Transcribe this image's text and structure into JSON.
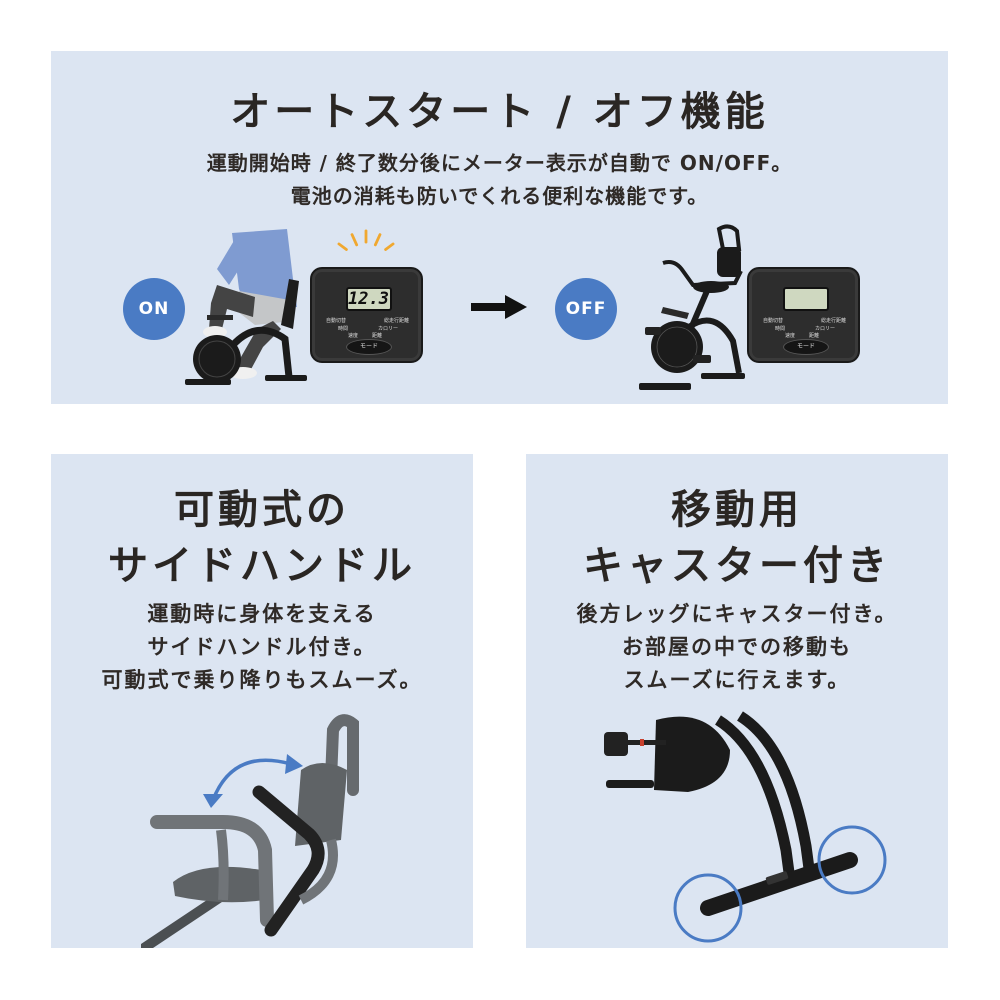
{
  "top_section": {
    "title": "オートスタート / オフ機能",
    "description_lines": [
      "運動開始時 / 終了数分後にメーター表示が自動で ON/OFF。",
      "電池の消耗も防いでくれる便利な機能です。"
    ],
    "on_badge": "ON",
    "off_badge": "OFF",
    "meter_on": {
      "display_value": "12.3",
      "labels": [
        "自動切替",
        "時間",
        "速度",
        "距離",
        "カロリー",
        "総走行距離"
      ],
      "mode_button": "モード"
    },
    "meter_off": {
      "display_value": "",
      "labels": [
        "自動切替",
        "時間",
        "速度",
        "距離",
        "カロリー",
        "総走行距離"
      ],
      "mode_button": "モード"
    },
    "arrow_icon": "right-arrow",
    "spark_icon": "light-rays"
  },
  "left_section": {
    "title_lines": [
      "可動式の",
      "サイドハンドル"
    ],
    "description_lines": [
      "運動時に身体を支える",
      "サイドハンドル付き。",
      "可動式で乗り降りもスムーズ。"
    ],
    "image": "seat-with-side-handle",
    "arrow_icon": "curved-double-arrow"
  },
  "right_section": {
    "title_lines": [
      "移動用",
      "キャスター付き"
    ],
    "description_lines": [
      "後方レッグにキャスター付き。",
      "お部屋の中での移動も",
      "スムーズに行えます。"
    ],
    "image": "rear-leg-casters",
    "highlight_icon": "circle-highlight"
  },
  "colors": {
    "panel_bg": "#dce5f2",
    "accent_blue": "#4a7bc4",
    "text": "#2a2623",
    "spark": "#f0a830"
  }
}
